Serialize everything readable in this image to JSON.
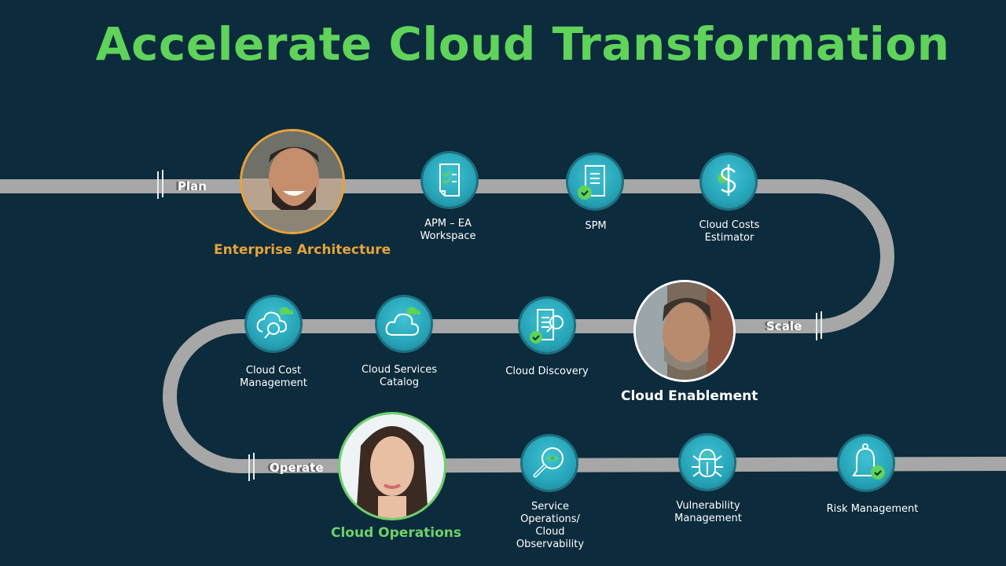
{
  "title": "Accelerate Cloud Transformation",
  "colors": {
    "background": "#0c2b3c",
    "title": "#5fd35a",
    "track": "#a7a7a7",
    "icon_circle": "#2bb0c3",
    "accent_green": "#5fd35a",
    "enterprise_architecture": "#e8a33a",
    "cloud_enablement": "#ffffff",
    "cloud_operations": "#6ed26a"
  },
  "stages": {
    "plan": "Plan",
    "scale": "Scale",
    "operate": "Operate"
  },
  "personas": [
    {
      "name": "Enterprise Architecture",
      "color": "#e8a33a"
    },
    {
      "name": "Cloud Enablement",
      "color": "#ffffff"
    },
    {
      "name": "Cloud Operations",
      "color": "#6ed26a"
    }
  ],
  "steps": [
    {
      "label_lines": [
        "APM – EA",
        "Workspace"
      ],
      "icon": "checklist-document-icon"
    },
    {
      "label_lines": [
        "SPM"
      ],
      "icon": "approved-document-icon"
    },
    {
      "label_lines": [
        "Cloud Costs",
        "Estimator"
      ],
      "icon": "dollar-icon"
    },
    {
      "label_lines": [
        "Cloud Cost",
        "Management"
      ],
      "icon": "cloud-search-icon"
    },
    {
      "label_lines": [
        "Cloud Services",
        "Catalog"
      ],
      "icon": "cloud-icon"
    },
    {
      "label_lines": [
        "Cloud Discovery"
      ],
      "icon": "document-search-check-icon"
    },
    {
      "label_lines": [
        "Service",
        "Operations/",
        "Cloud",
        "Observability"
      ],
      "icon": "magnifier-eye-icon"
    },
    {
      "label_lines": [
        "Vulnerability",
        "Management"
      ],
      "icon": "bug-icon"
    },
    {
      "label_lines": [
        "Risk Management"
      ],
      "icon": "bell-check-icon"
    }
  ]
}
